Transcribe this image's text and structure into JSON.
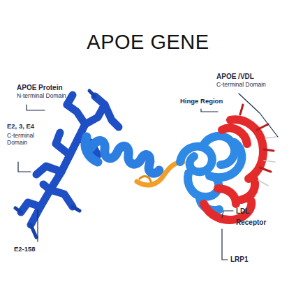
{
  "diagram": {
    "title": "APOE GENE",
    "labels": [
      "APOE Protein",
      "N-terminal Domain",
      "E2, 3, E4",
      "C-terminal Domain",
      "E2-158",
      "APOE /VDL",
      "C-terminal Domain",
      "Hinge Region",
      "LDL Receptor",
      "LRP1"
    ]
  }
}
